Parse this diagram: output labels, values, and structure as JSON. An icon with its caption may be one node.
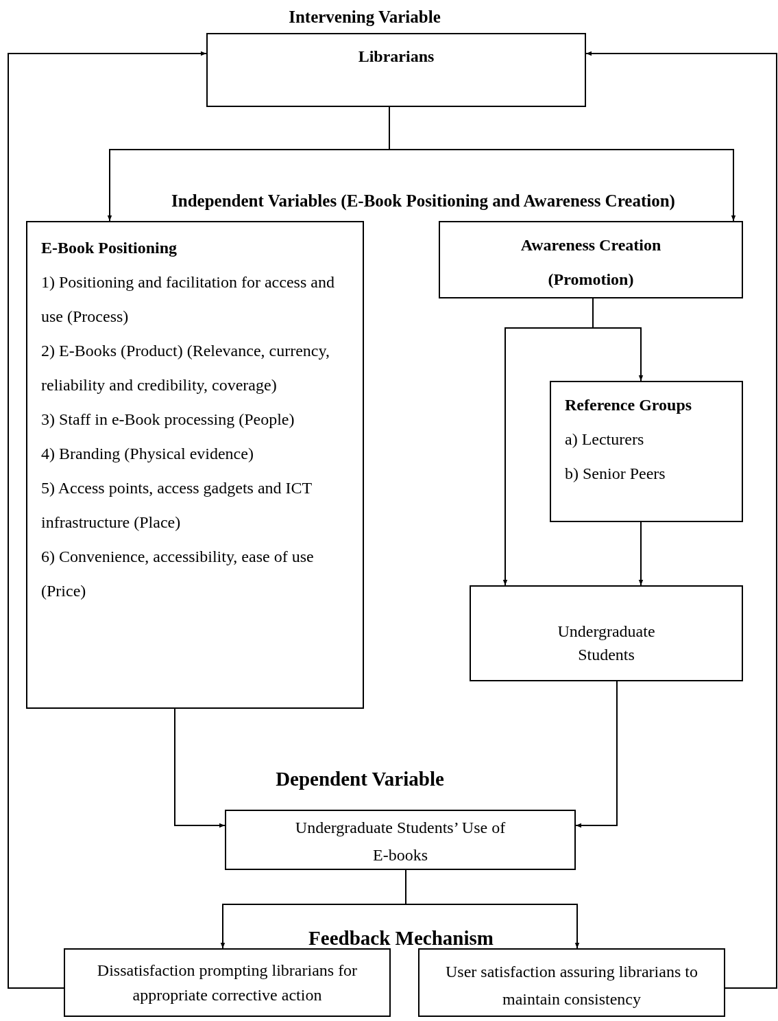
{
  "diagram": {
    "nodes": [
      {
        "text": [
          "Librarians"
        ]
      },
      {
        "text": [
          "E-Book Positioning",
          "1) Positioning and facilitation for access and use (Process)",
          "2) E-Books (Product) (Relevance, currency, reliability and credibility, coverage)",
          "3) Staff in e-Book processing (People)",
          "4) Branding (Physical evidence)",
          "5) Access points, access gadgets and ICT infrastructure (Place)",
          "6) Convenience, accessibility, ease of use (Price)"
        ]
      },
      {
        "text": [
          "Awareness Creation (Promotion)"
        ]
      },
      {
        "text": [
          "Reference Groups",
          "a) Lecturers",
          "b) Senior Peers"
        ]
      },
      {
        "text": [
          "Undergraduate Students"
        ]
      },
      {
        "text": [
          "Undergraduate Students’ Use of E-books"
        ]
      },
      {
        "text": [
          "Dissatisfaction prompting librarians for appropriate corrective action"
        ]
      },
      {
        "text": [
          "User satisfaction assuring librarians to maintain consistency"
        ]
      }
    ],
    "edges": [
      {
        "from": 0,
        "to": 1,
        "arrow": "to"
      },
      {
        "from": 0,
        "to": 2,
        "arrow": "to"
      },
      {
        "from": 2,
        "to": 3,
        "arrow": "to"
      },
      {
        "from": 2,
        "to": 4,
        "arrow": "to"
      },
      {
        "from": 3,
        "to": 4,
        "arrow": "to"
      },
      {
        "from": 1,
        "to": 5,
        "arrow": "to"
      },
      {
        "from": 4,
        "to": 5,
        "arrow": "to"
      },
      {
        "from": 5,
        "to": 6,
        "arrow": "to"
      },
      {
        "from": 5,
        "to": 7,
        "arrow": "to"
      },
      {
        "from": 6,
        "to": 0,
        "arrow": "to"
      },
      {
        "from": 7,
        "to": 0,
        "arrow": "to"
      }
    ],
    "labels": [
      "Intervening Variable",
      "Independent Variables (E-Book Positioning and Awareness Creation)",
      "Dependent Variable",
      "Feedback Mechanism"
    ]
  }
}
